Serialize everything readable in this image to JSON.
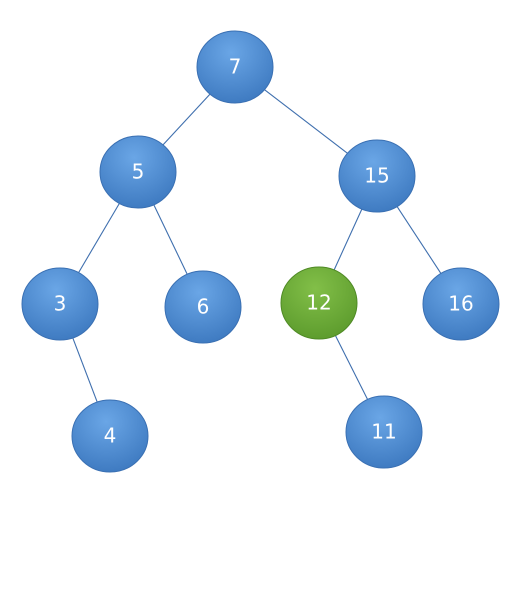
{
  "diagram": {
    "type": "binary-tree",
    "nodes": [
      {
        "id": "n7",
        "label": "7",
        "state": "normal"
      },
      {
        "id": "n5",
        "label": "5",
        "state": "normal"
      },
      {
        "id": "n15",
        "label": "15",
        "state": "normal"
      },
      {
        "id": "n3",
        "label": "3",
        "state": "normal"
      },
      {
        "id": "n6",
        "label": "6",
        "state": "normal"
      },
      {
        "id": "n12",
        "label": "12",
        "state": "highlighted"
      },
      {
        "id": "n16",
        "label": "16",
        "state": "normal"
      },
      {
        "id": "n4",
        "label": "4",
        "state": "normal"
      },
      {
        "id": "n11",
        "label": "11",
        "state": "normal"
      }
    ],
    "edges": [
      {
        "from": "n7",
        "to": "n5"
      },
      {
        "from": "n7",
        "to": "n15"
      },
      {
        "from": "n5",
        "to": "n3"
      },
      {
        "from": "n5",
        "to": "n6"
      },
      {
        "from": "n15",
        "to": "n12"
      },
      {
        "from": "n15",
        "to": "n16"
      },
      {
        "from": "n3",
        "to": "n4"
      },
      {
        "from": "n12",
        "to": "n11"
      }
    ],
    "colors": {
      "node": "#4a86cb",
      "node_highlight": "#6aa535",
      "edge": "#3f6fae",
      "label": "#ffffff"
    }
  }
}
